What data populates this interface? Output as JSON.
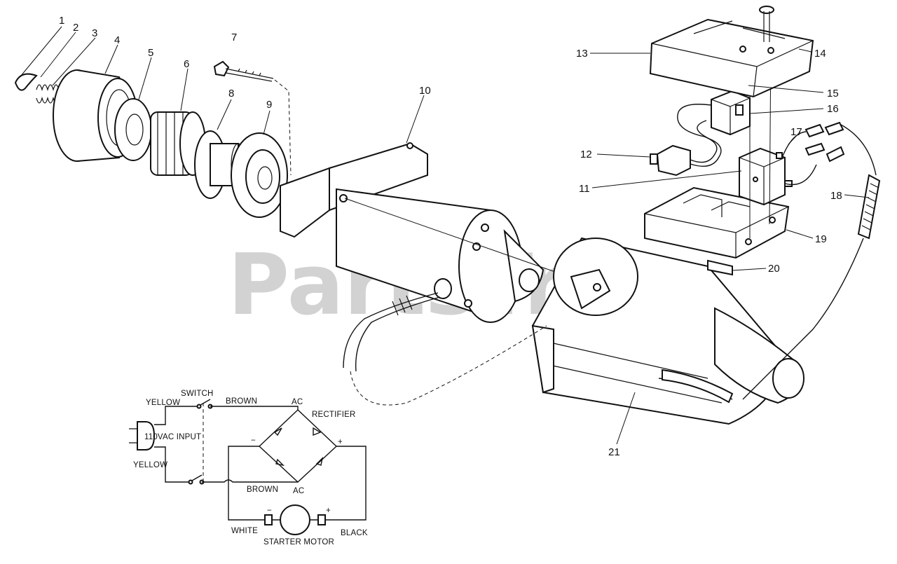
{
  "watermark": "PartsTree",
  "callouts": [
    "1",
    "2",
    "3",
    "4",
    "5",
    "6",
    "7",
    "8",
    "9",
    "10",
    "11",
    "12",
    "13",
    "14",
    "15",
    "16",
    "17",
    "18",
    "19",
    "20",
    "21"
  ],
  "schematic": {
    "yellow_top": "YELLOW",
    "switch": "SWITCH",
    "brown_top": "BROWN",
    "ac_top": "AC",
    "rectifier": "RECTIFIER",
    "input": "110VAC INPUT",
    "yellow_bottom": "YELLOW",
    "minus_rect": "−",
    "plus_rect": "+",
    "brown_bottom": "BROWN",
    "ac_bottom": "AC",
    "white": "WHITE",
    "minus_motor": "−",
    "plus_motor": "+",
    "black": "BLACK",
    "motor": "STARTER MOTOR"
  }
}
